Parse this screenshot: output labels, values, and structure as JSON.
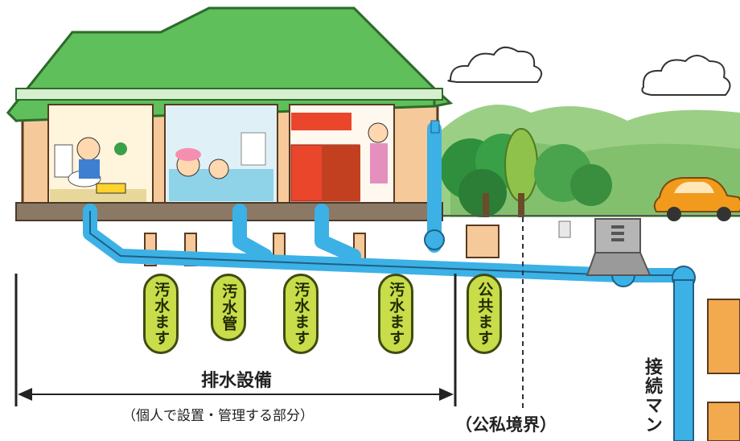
{
  "labels": {
    "pill_1": "汚水ます",
    "pill_2": "汚水管",
    "pill_3": "汚水ます",
    "pill_4": "汚水ます",
    "pill_5": "公共ます",
    "facility_title": "排水設備",
    "facility_subtitle": "（個人で設置・管理する部分）",
    "boundary": "（公私境界）",
    "connection": "接続マン"
  },
  "colors": {
    "sewer_pipe": "#3cb1e6",
    "roof": "#5fbf5a",
    "pill_fill": "#c9dc49"
  }
}
